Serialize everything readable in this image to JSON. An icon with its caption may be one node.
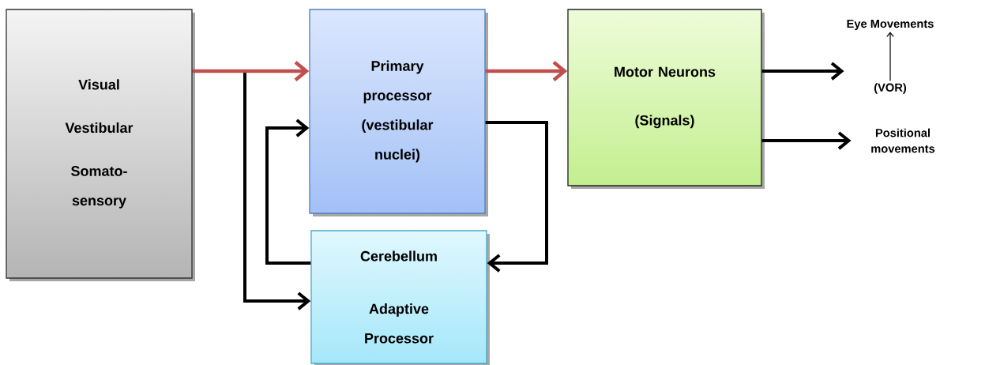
{
  "diagram": {
    "nodes": [
      {
        "text": [
          "Visual",
          "Vestibular",
          "Somato- sensory"
        ]
      },
      {
        "text": [
          "Primary processor (vestibular nuclei)"
        ]
      },
      {
        "text": [
          "Cerebellum",
          "Adaptive Processor"
        ]
      },
      {
        "text": [
          "Motor Neurons",
          "(Signals)"
        ]
      },
      {
        "text": [
          "Eye Movements"
        ]
      },
      {
        "text": [
          "(VOR)"
        ]
      },
      {
        "text": [
          "Positional movements"
        ]
      }
    ],
    "edges": [
      {
        "from": 0,
        "to": 1,
        "arrow": "to",
        "color": "#c0504d"
      },
      {
        "from": 0,
        "to": 2,
        "arrow": "to"
      },
      {
        "from": 1,
        "to": 2,
        "arrow": "to"
      },
      {
        "from": 2,
        "to": 1,
        "arrow": "to"
      },
      {
        "from": 1,
        "to": 3,
        "arrow": "to",
        "color": "#c0504d"
      },
      {
        "from": 3,
        "to": 4,
        "arrow": "to"
      },
      {
        "from": 5,
        "to": 4,
        "arrow": "to"
      },
      {
        "from": 3,
        "to": 6,
        "arrow": "to"
      }
    ]
  }
}
